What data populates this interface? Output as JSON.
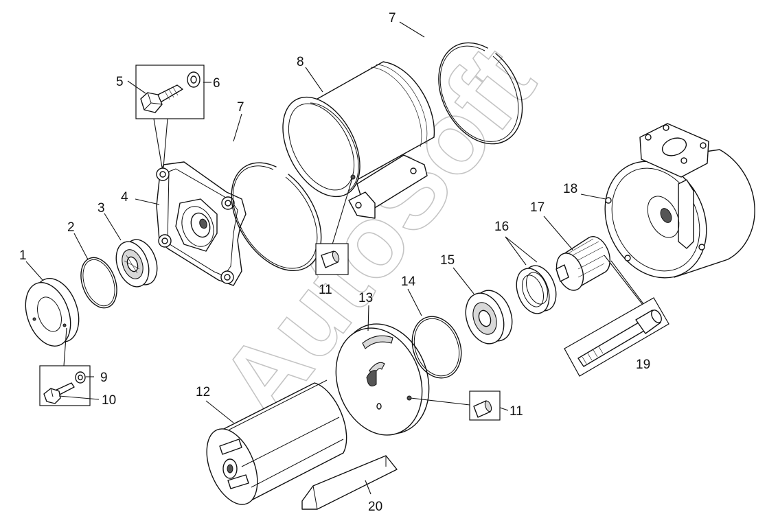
{
  "watermark": "AutoSoft",
  "callouts": {
    "c1": "1",
    "c2": "2",
    "c3": "3",
    "c4": "4",
    "c5": "5",
    "c6": "6",
    "c7a": "7",
    "c7b": "7",
    "c8": "8",
    "c9": "9",
    "c10": "10",
    "c11a": "11",
    "c11b": "11",
    "c12": "12",
    "c13": "13",
    "c14": "14",
    "c15": "15",
    "c16": "16",
    "c17": "17",
    "c18": "18",
    "c19": "19",
    "c20": "20"
  }
}
